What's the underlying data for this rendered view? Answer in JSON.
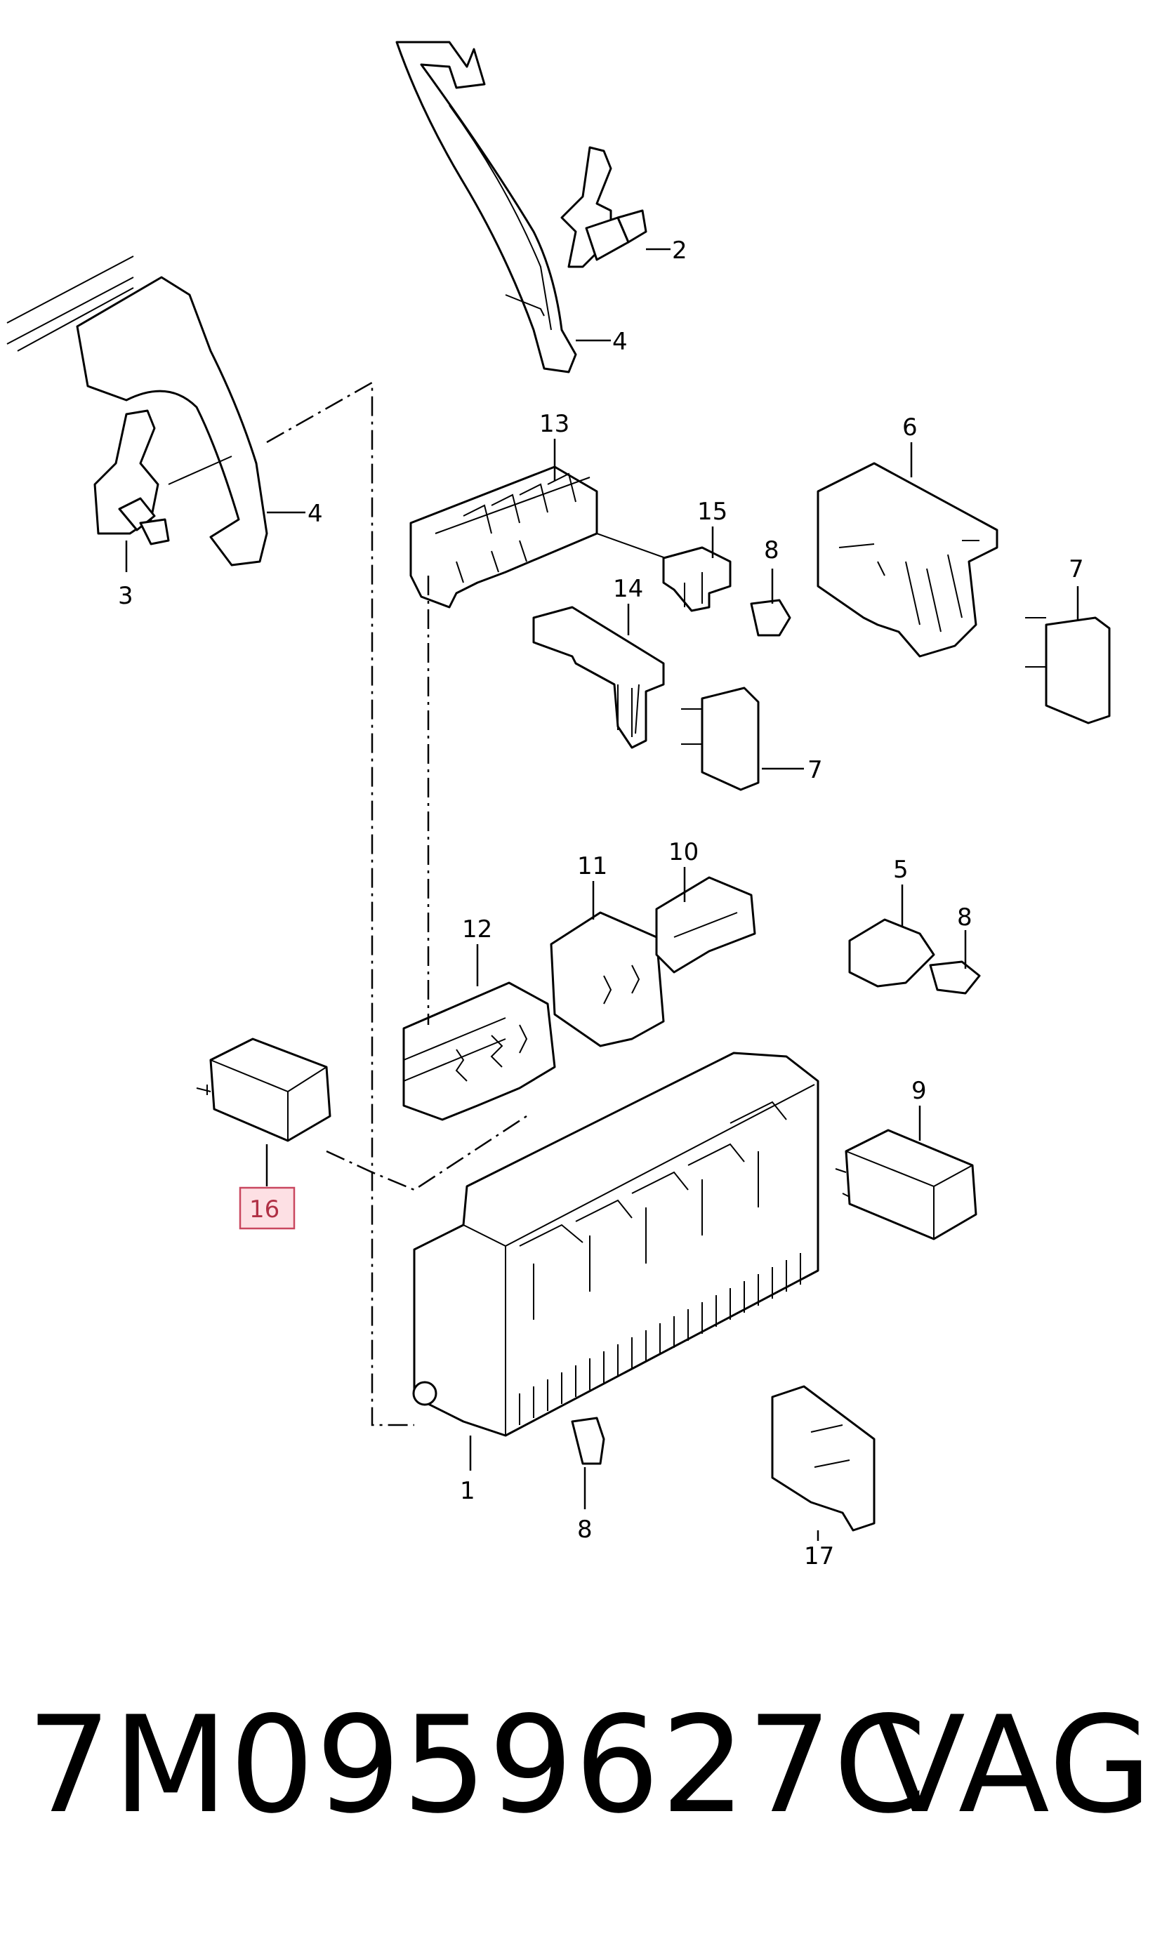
{
  "diagram": {
    "callouts": [
      {
        "id": "c1",
        "label": "1"
      },
      {
        "id": "c2",
        "label": "2"
      },
      {
        "id": "c3",
        "label": "3"
      },
      {
        "id": "c4a",
        "label": "4"
      },
      {
        "id": "c4b",
        "label": "4"
      },
      {
        "id": "c5",
        "label": "5"
      },
      {
        "id": "c6",
        "label": "6"
      },
      {
        "id": "c7a",
        "label": "7"
      },
      {
        "id": "c7b",
        "label": "7"
      },
      {
        "id": "c8a",
        "label": "8"
      },
      {
        "id": "c8b",
        "label": "8"
      },
      {
        "id": "c8c",
        "label": "8"
      },
      {
        "id": "c9",
        "label": "9"
      },
      {
        "id": "c10",
        "label": "10"
      },
      {
        "id": "c11",
        "label": "11"
      },
      {
        "id": "c12",
        "label": "12"
      },
      {
        "id": "c13",
        "label": "13"
      },
      {
        "id": "c14",
        "label": "14"
      },
      {
        "id": "c15",
        "label": "15"
      },
      {
        "id": "c16",
        "label": "16",
        "highlighted": true
      },
      {
        "id": "c17",
        "label": "17"
      }
    ],
    "highlight_color": "#fde0e4",
    "highlight_border_color": "#c9475f"
  },
  "part_number": "7M0959627C",
  "brand": "VAG"
}
